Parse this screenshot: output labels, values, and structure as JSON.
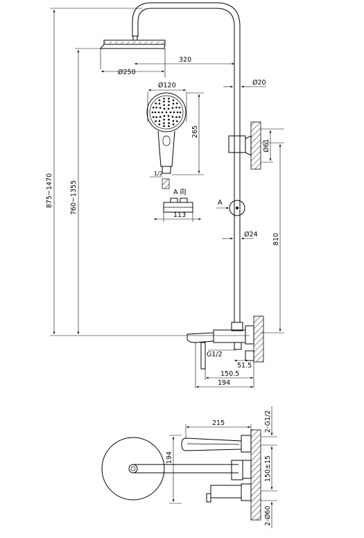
{
  "dimensions": {
    "total_height": "875~1470",
    "head_height": "760~1355",
    "arm_length": "320",
    "head_diameter": "Ø250",
    "pipe_diameter_top": "Ø20",
    "hand_shower_diameter": "Ø120",
    "hand_shower_length": "265",
    "hose_thread": "1/2",
    "view_label": "A 向",
    "view_marker": "A",
    "holder_width": "113",
    "slider_diameter": "Ø24",
    "bracket_width": "Ø61",
    "bar_height": "810",
    "inlet_thread": "G1/2",
    "outlet_offset": "51.5",
    "spout_reach": "150.5",
    "valve_reach": "194",
    "plan_width": "215",
    "plan_depth": "194",
    "inlet_threads": "2-G1/2",
    "inlet_spacing": "150±15",
    "cover_diameter": "2-Ø60"
  },
  "colors": {
    "line": "#000000",
    "background": "#ffffff"
  }
}
